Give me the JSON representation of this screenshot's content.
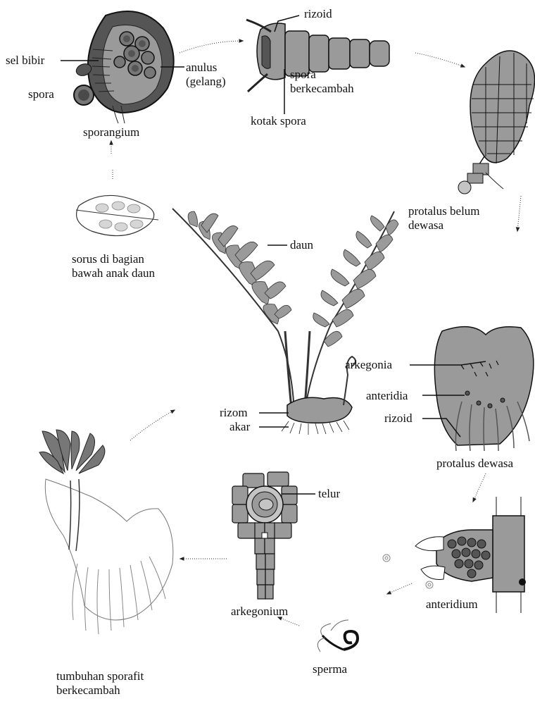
{
  "labels": {
    "sel_bibir": "sel bibir",
    "spora_left": "spora",
    "sporangium": "sporangium",
    "anulus": "anulus\n(gelang)",
    "rizoid_top": "rizoid",
    "spora_berkecambah": "spora\nberkecambah",
    "kotak_spora": "kotak spora",
    "protalus_belum_dewasa": "protalus belum\ndewasa",
    "sorus": "sorus di bagian\nbawah anak daun",
    "daun": "daun",
    "arkegonia": "arkegonia",
    "anteridia": "anteridia",
    "rizoid_right": "rizoid",
    "protalus_dewasa": "protalus dewasa",
    "rizom": "rizom",
    "akar": "akar",
    "telur": "telur",
    "arkegonium": "arkegonium",
    "anteridium": "anteridium",
    "sperma": "sperma",
    "tumbuhan_sporafit": "tumbuhan sporafit\nberkecambah"
  },
  "colors": {
    "ink": "#111111",
    "tissue": "#9a9a9a",
    "tissue_light": "#c4c4c4",
    "dark": "#4a4a4a"
  }
}
